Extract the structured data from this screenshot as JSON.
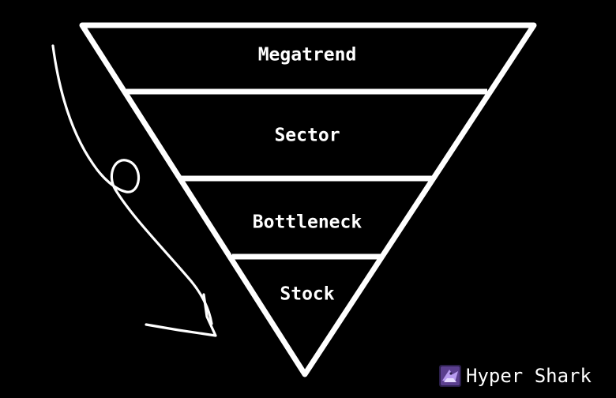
{
  "diagram": {
    "type": "inverted-funnel",
    "tiers": [
      {
        "label": "Megatrend"
      },
      {
        "label": "Sector"
      },
      {
        "label": "Bottleneck"
      },
      {
        "label": "Stock"
      }
    ],
    "colors": {
      "background": "#000000",
      "stroke": "#ffffff",
      "text": "#ffffff"
    }
  },
  "annotation": {
    "arrow_icon": "hand-drawn-curved-arrow-icon"
  },
  "watermark": {
    "text": "Hyper Shark",
    "logo_icon": "hyper-shark-logo-icon"
  }
}
